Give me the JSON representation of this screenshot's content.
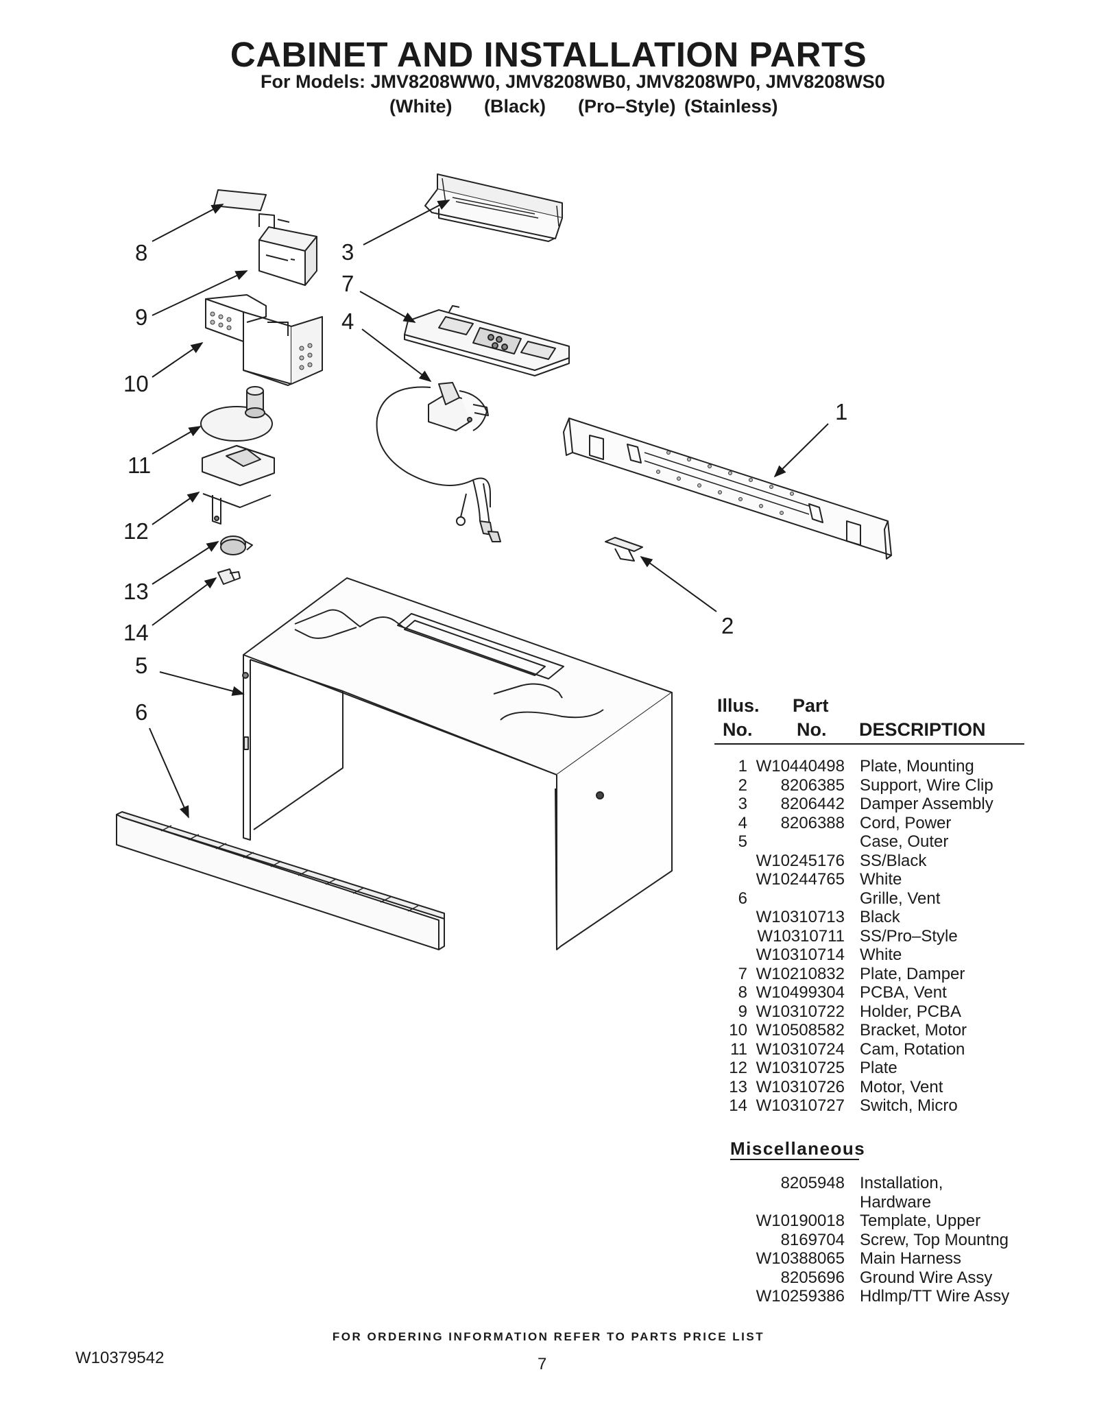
{
  "header": {
    "title": "CABINET AND INSTALLATION PARTS",
    "models_line": "For Models: JMV8208WW0, JMV8208WB0, JMV8208WP0, JMV8208WS0",
    "variants": [
      "(White)",
      "(Black)",
      "(Pro–Style)",
      "(Stainless)"
    ]
  },
  "diagram": {
    "callouts": [
      "1",
      "2",
      "3",
      "4",
      "5",
      "6",
      "7",
      "8",
      "9",
      "10",
      "11",
      "12",
      "13",
      "14"
    ]
  },
  "parts_table": {
    "headers": {
      "illus_top": "Illus.",
      "illus_bottom": "No.",
      "part_top": "Part",
      "part_bottom": "No.",
      "description": "DESCRIPTION"
    },
    "rows": [
      {
        "illus": "1",
        "part": "W10440498",
        "desc": "Plate, Mounting"
      },
      {
        "illus": "2",
        "part": "8206385",
        "desc": "Support, Wire Clip"
      },
      {
        "illus": "3",
        "part": "8206442",
        "desc": "Damper Assembly"
      },
      {
        "illus": "4",
        "part": "8206388",
        "desc": "Cord, Power"
      },
      {
        "illus": "5",
        "part": "",
        "desc": "Case, Outer"
      },
      {
        "illus": "",
        "part": "W10245176",
        "desc": "SS/Black"
      },
      {
        "illus": "",
        "part": "W10244765",
        "desc": "White"
      },
      {
        "illus": "6",
        "part": "",
        "desc": "Grille, Vent"
      },
      {
        "illus": "",
        "part": "W10310713",
        "desc": "Black"
      },
      {
        "illus": "",
        "part": "W10310711",
        "desc": "SS/Pro–Style"
      },
      {
        "illus": "",
        "part": "W10310714",
        "desc": "White"
      },
      {
        "illus": "7",
        "part": "W10210832",
        "desc": "Plate, Damper"
      },
      {
        "illus": "8",
        "part": "W10499304",
        "desc": "PCBA, Vent"
      },
      {
        "illus": "9",
        "part": "W10310722",
        "desc": "Holder, PCBA"
      },
      {
        "illus": "10",
        "part": "W10508582",
        "desc": "Bracket, Motor"
      },
      {
        "illus": "11",
        "part": "W10310724",
        "desc": "Cam, Rotation"
      },
      {
        "illus": "12",
        "part": "W10310725",
        "desc": "Plate"
      },
      {
        "illus": "13",
        "part": "W10310726",
        "desc": "Motor, Vent"
      },
      {
        "illus": "14",
        "part": "W10310727",
        "desc": "Switch, Micro"
      }
    ]
  },
  "miscellaneous": {
    "title": "Miscellaneous",
    "rows": [
      {
        "part": "8205948",
        "desc": "Installation,"
      },
      {
        "part": "",
        "desc": "Hardware"
      },
      {
        "part": "W10190018",
        "desc": "Template, Upper"
      },
      {
        "part": "8169704",
        "desc": "Screw, Top Mountng"
      },
      {
        "part": "W10388065",
        "desc": "Main Harness"
      },
      {
        "part": "8205696",
        "desc": "Ground Wire Assy"
      },
      {
        "part": "W10259386",
        "desc": "Hdlmp/TT Wire Assy"
      }
    ]
  },
  "footer": {
    "note": "FOR ORDERING INFORMATION REFER TO PARTS PRICE LIST",
    "doc_number": "W10379542",
    "page_number": "7"
  }
}
